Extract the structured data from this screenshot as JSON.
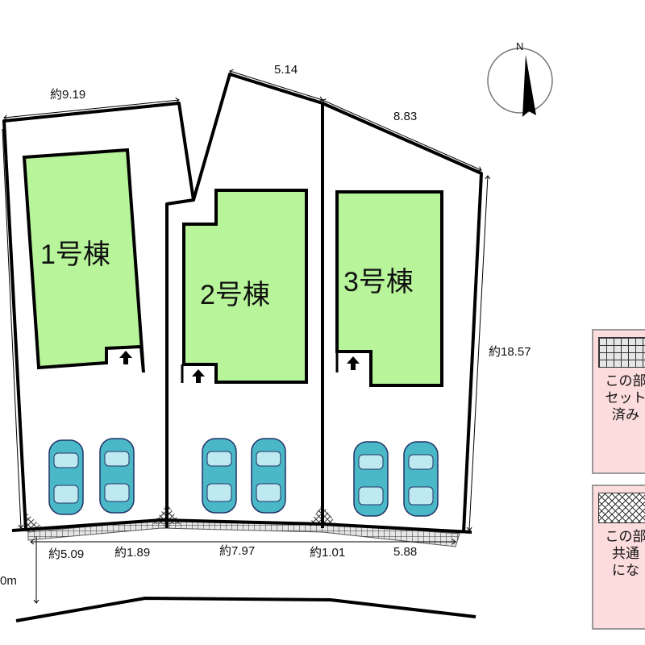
{
  "buildings": [
    {
      "label": "1号棟"
    },
    {
      "label": "2号棟"
    },
    {
      "label": "3号棟"
    }
  ],
  "dimensions": {
    "top_left": "約9.19",
    "top_mid": "5.14",
    "top_right": "8.83",
    "right": "約18.57",
    "bottom": [
      "約5.09",
      "約1.89",
      "約7.97",
      "約1.01",
      "5.88"
    ],
    "road_width": "0m"
  },
  "compass": {
    "label": "N"
  },
  "legend": [
    {
      "lines": [
        "この部",
        "セット",
        "済み"
      ],
      "pattern": "grid"
    },
    {
      "lines": [
        "この部",
        "共通",
        "にな"
      ],
      "pattern": "crosshatch"
    }
  ],
  "colors": {
    "building": "#b8f59a",
    "car": "#4bb8c8",
    "legend_bg": "#fcdcdc"
  }
}
